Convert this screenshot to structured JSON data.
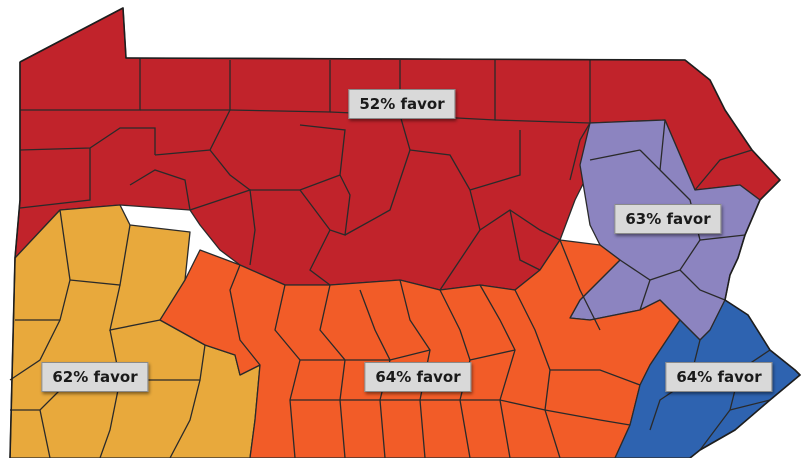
{
  "map": {
    "regions": [
      {
        "id": "north",
        "label": "52% favor",
        "color": "#c1232b"
      },
      {
        "id": "northeast",
        "label": "63% favor",
        "color": "#8c84c0"
      },
      {
        "id": "southwest",
        "label": "62% favor",
        "color": "#e8a93c"
      },
      {
        "id": "central-south",
        "label": "64% favor",
        "color": "#f25c28"
      },
      {
        "id": "southeast",
        "label": "64% favor",
        "color": "#2e63b0"
      }
    ],
    "border_color": "#2a2a2a"
  }
}
